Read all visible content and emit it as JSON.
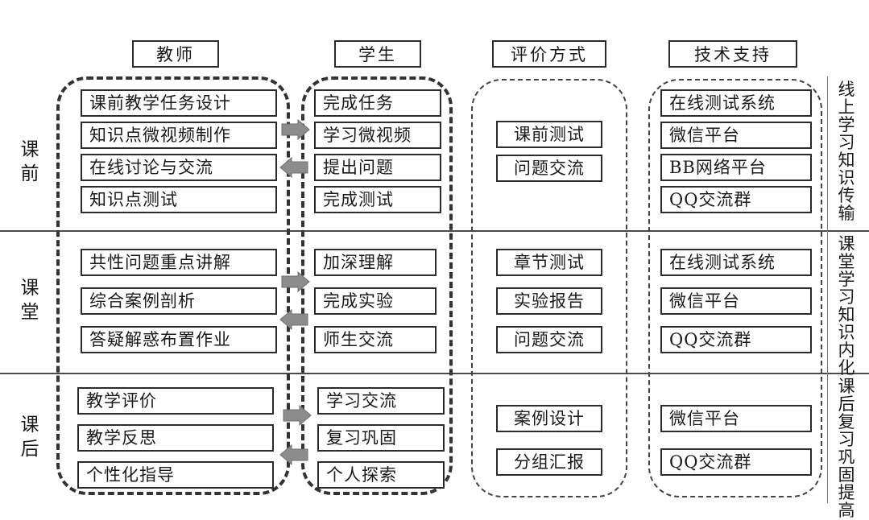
{
  "headers": {
    "teacher": "教师",
    "student": "学生",
    "evaluation": "评价方式",
    "tech": "技术支持"
  },
  "phases": [
    {
      "label": "课前",
      "teacher": [
        "课前教学任务设计",
        "知识点微视频制作",
        "在线讨论与交流",
        "知识点测试"
      ],
      "student": [
        "完成任务",
        "学习微视频",
        "提出问题",
        "完成测试"
      ],
      "evaluation": [
        "课前测试",
        "问题交流"
      ],
      "tech": [
        "在线测试系统",
        "微信平台",
        "BB网络平台",
        "QQ交流群"
      ],
      "outcome": "线上学习知识传输"
    },
    {
      "label": "课堂",
      "teacher": [
        "共性问题重点讲解",
        "综合案例剖析",
        "答疑解惑布置作业"
      ],
      "student": [
        "加深理解",
        "完成实验",
        "师生交流"
      ],
      "evaluation": [
        "章节测试",
        "实验报告",
        "问题交流"
      ],
      "tech": [
        "在线测试系统",
        "微信平台",
        "QQ交流群"
      ],
      "outcome": "课堂学习知识内化"
    },
    {
      "label": "课后",
      "teacher": [
        "教学评价",
        "教学反思",
        "个性化指导"
      ],
      "student": [
        "学习交流",
        "复习巩固",
        "个人探索"
      ],
      "evaluation": [
        "案例设计",
        "分组汇报"
      ],
      "tech": [
        "微信平台",
        "QQ交流群"
      ],
      "outcome": "课后复习巩固提高"
    }
  ],
  "colors": {
    "arrow": "#8c8c8c",
    "line": "#2b2b2b"
  }
}
